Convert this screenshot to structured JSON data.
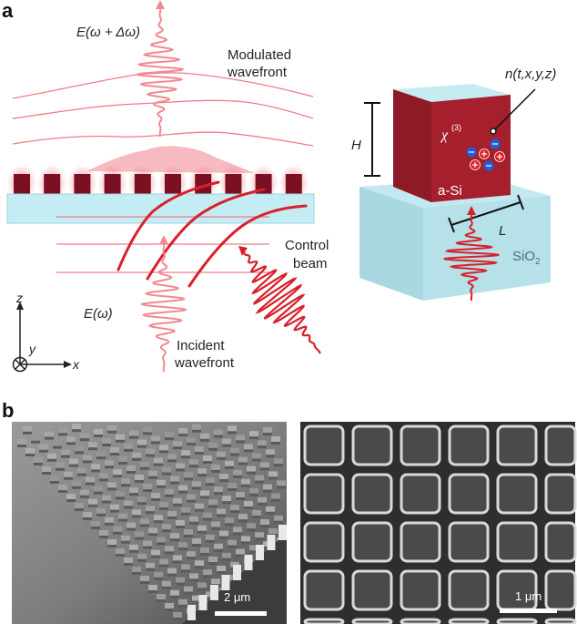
{
  "panel_a": {
    "letter": "a",
    "left_schematic": {
      "output_field": "E(ω + Δω)",
      "modulated_line1": "Modulated",
      "modulated_line2": "wavefront",
      "control_line1": "Control",
      "control_line2": "beam",
      "input_field": "E(ω)",
      "incident_line1": "Incident",
      "incident_line2": "wavefront",
      "axis_z": "z",
      "axis_y": "y",
      "axis_x": "x",
      "pillar_count": 10,
      "colors": {
        "pillar": "#7a1022",
        "slab": "#c4ecf3",
        "beam": "#e8202a",
        "pulse_light": "#f08a92",
        "wavefront": "#ee7d86"
      }
    },
    "right_schematic": {
      "index_label": "n(t,x,y,z)",
      "chi_symbol": "χ",
      "chi_order": "(3)",
      "height_label": "H",
      "material": "a-Si",
      "width_label": "L",
      "substrate_main": "SiO",
      "substrate_sub": "2",
      "colors": {
        "pillar_front": "#a51f2c",
        "pillar_top": "#c6ecf2",
        "substrate": "#b0dde5",
        "electron": "#1f5fd6",
        "hole": "#d8202a"
      }
    }
  },
  "panel_b": {
    "letter": "b",
    "left_image": {
      "scale_bar": "2 μm"
    },
    "right_image": {
      "scale_bar": "1 μm",
      "grid_rows": 5,
      "grid_cols": 6
    }
  }
}
